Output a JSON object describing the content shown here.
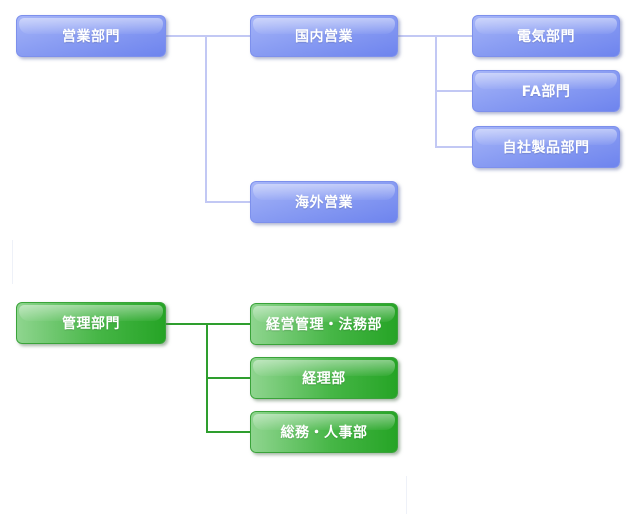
{
  "colors": {
    "sales_line": "#c2c8f4",
    "admin_line": "#2e9e2e"
  },
  "sales": {
    "root": "営業部門",
    "domestic": "国内営業",
    "overseas": "海外営業",
    "domestic_children": [
      "電気部門",
      "FA部門",
      "自社製品部門"
    ]
  },
  "admin": {
    "root": "管理部門",
    "children": [
      "経営管理・法務部",
      "経理部",
      "総務・人事部"
    ]
  }
}
